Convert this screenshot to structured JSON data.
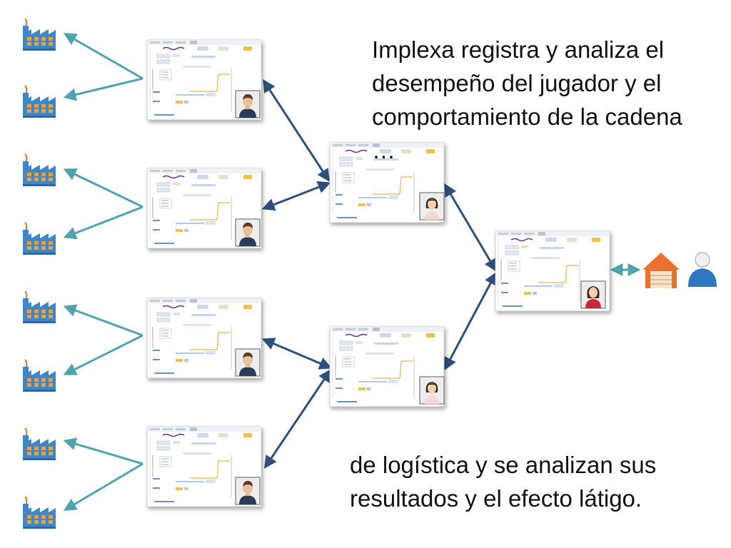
{
  "caption_top": {
    "line1": "Implexa registra y analiza el",
    "line2": "desempeño del jugador y el",
    "line3": "comportamiento de la cadena",
    "line4": "…"
  },
  "caption_bottom": {
    "line1": "de logística y se analizan sus",
    "line2": "resultados y el efecto látigo."
  },
  "colors": {
    "factory_arrow": "#4fa3ad",
    "chain_arrow": "#2d4f7a",
    "factory_body": "#3f86c6",
    "factory_window": "#f2a23b",
    "smoke": "#e07a3c",
    "store_roof": "#e8722c",
    "person_shirt": "#2f78c0"
  },
  "nodes": {
    "factories": [
      {
        "icon": "factory-icon"
      },
      {
        "icon": "factory-icon"
      },
      {
        "icon": "factory-icon"
      },
      {
        "icon": "factory-icon"
      },
      {
        "icon": "factory-icon"
      },
      {
        "icon": "factory-icon"
      },
      {
        "icon": "factory-icon"
      },
      {
        "icon": "factory-icon"
      }
    ],
    "level1_screens": [
      {
        "avatar": "man"
      },
      {
        "avatar": "man"
      },
      {
        "avatar": "man"
      },
      {
        "avatar": "man"
      }
    ],
    "level2_screens": [
      {
        "avatar": "woman"
      },
      {
        "avatar": "woman"
      }
    ],
    "level3_screens": [
      {
        "avatar": "woman-red"
      }
    ],
    "customer": {
      "icons": [
        "store-icon",
        "person-icon"
      ]
    }
  }
}
